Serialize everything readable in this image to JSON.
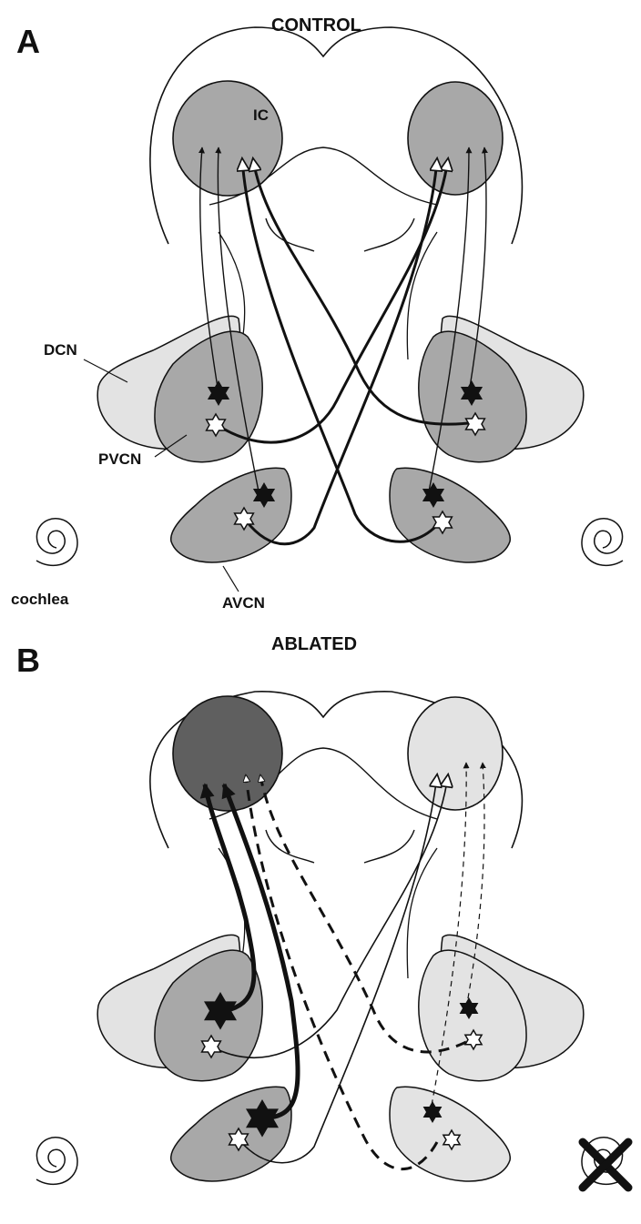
{
  "panels": [
    {
      "letter": "A",
      "title": "CONTROL"
    },
    {
      "letter": "B",
      "title": "ABLATED"
    }
  ],
  "labels": {
    "ic": "IC",
    "dcn": "DCN",
    "pvcn": "PVCN",
    "avcn": "AVCN",
    "cochlea": "cochlea"
  },
  "colors": {
    "light": "#e3e3e3",
    "medium": "#a8a8a8",
    "dark": "#5f5f5f",
    "line": "#111111"
  }
}
